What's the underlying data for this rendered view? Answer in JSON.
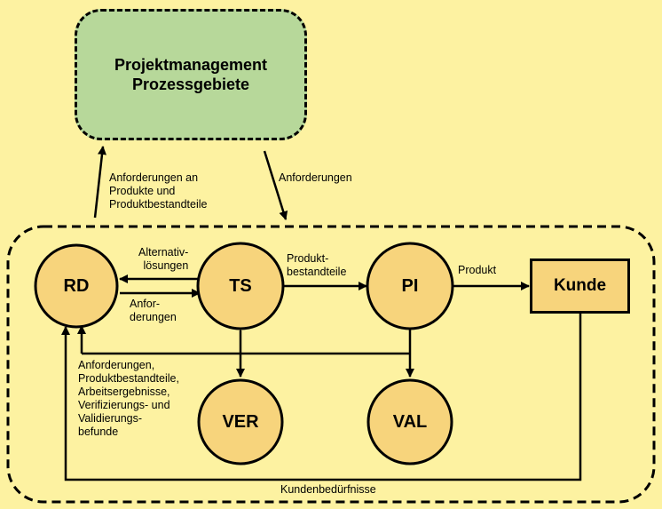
{
  "diagram": {
    "pm_box": {
      "line1": "Projektmanagement",
      "line2": "Prozessgebiete"
    },
    "nodes": {
      "rd": "RD",
      "ts": "TS",
      "pi": "PI",
      "ver": "VER",
      "val": "VAL",
      "kunde": "Kunde"
    },
    "labels": {
      "req_to_pm": [
        "Anforderungen an",
        "Produkte und",
        "Produktbestandteile"
      ],
      "req_from_pm": "Anforderungen",
      "alternativ": [
        "Alternativ-",
        "lösungen"
      ],
      "anforderungen_ts": [
        "Anfor-",
        "derungen"
      ],
      "produktbestandteile": [
        "Produkt-",
        "bestandteile"
      ],
      "produkt": "Produkt",
      "feedback": [
        "Anforderungen,",
        "Produktbestandteile,",
        "Arbeitsergebnisse,",
        "Verifizierungs- und",
        "Validierungs-",
        "befunde"
      ],
      "kundenbeduerfnisse": "Kundenbedürfnisse"
    },
    "colors": {
      "background": "#FDF2A1",
      "node_fill": "#F7D47C",
      "pm_fill": "#B7D89A",
      "line": "#000000"
    }
  }
}
